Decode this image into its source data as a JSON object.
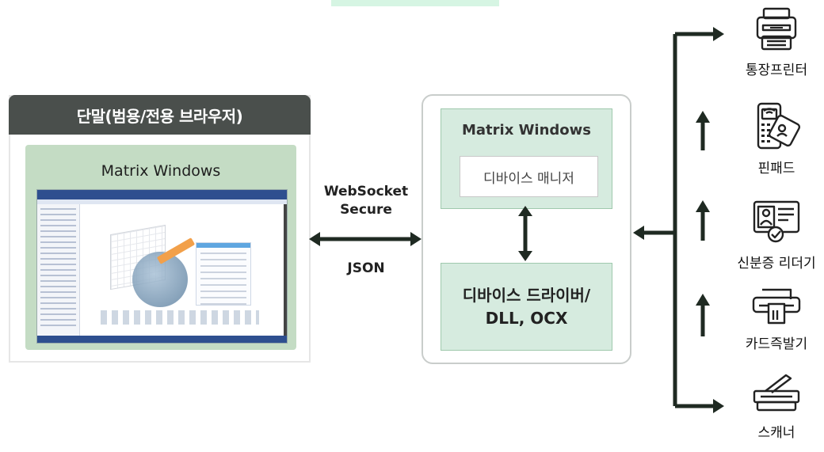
{
  "terminal": {
    "header": "단말(범용/전용 브라우저)",
    "inner_title": "Matrix Windows"
  },
  "connection": {
    "protocol_line1": "WebSocket",
    "protocol_line2": "Secure",
    "format": "JSON"
  },
  "manager": {
    "title": "Matrix Windows",
    "device_manager": "디바이스 매니저",
    "driver_line1": "디바이스 드라이버/",
    "driver_line2": "DLL, OCX"
  },
  "devices": [
    {
      "label": "통장프린터",
      "icon": "passbook-printer-icon"
    },
    {
      "label": "핀패드",
      "icon": "pinpad-icon"
    },
    {
      "label": "신분증 리더기",
      "icon": "id-reader-icon"
    },
    {
      "label": "카드즉발기",
      "icon": "card-issuer-icon"
    },
    {
      "label": "스캐너",
      "icon": "scanner-icon"
    }
  ],
  "colors": {
    "header_bg": "#4a4f4c",
    "green_panel": "#c4dcc4",
    "mint_box": "#d6ebdf",
    "arrow": "#1f2a22"
  }
}
